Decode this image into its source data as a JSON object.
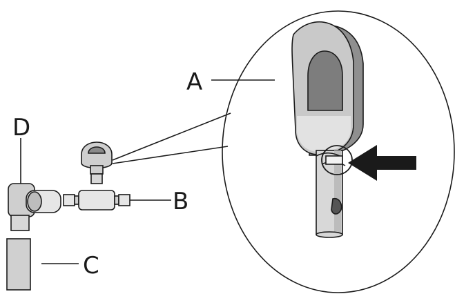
{
  "labels": {
    "a": "A",
    "b": "B",
    "c": "C",
    "d": "D"
  },
  "colors": {
    "outline": "#1a1a1a",
    "part_light": "#ededed",
    "part_mid": "#cfcfcf",
    "part_dark": "#8a8a8a",
    "cap_shadow": "#a5a5a5",
    "arrow": "#1a1a1a"
  }
}
